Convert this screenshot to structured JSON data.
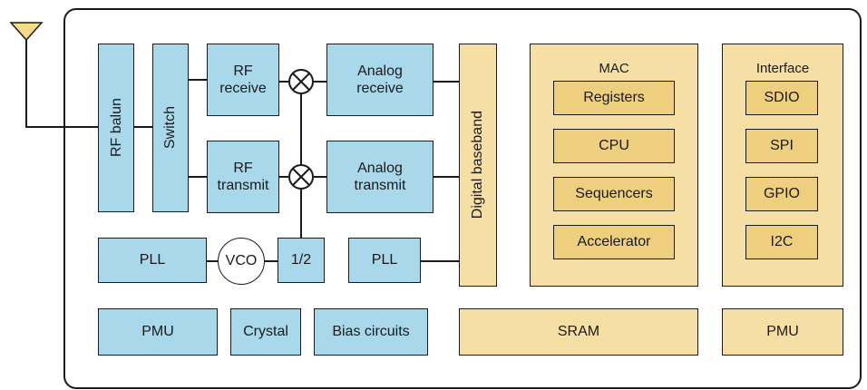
{
  "blocks": {
    "rf_balun": "RF balun",
    "switch": "Switch",
    "rf_receive": "RF\nreceive",
    "rf_transmit": "RF\ntransmit",
    "analog_receive": "Analog\nreceive",
    "analog_transmit": "Analog\ntransmit",
    "digital_baseband": "Digital baseband",
    "pll_left": "PLL",
    "vco": "VCO",
    "divider": "1/2",
    "pll_right": "PLL",
    "pmu_left": "PMU",
    "crystal": "Crystal",
    "bias_circuits": "Bias circuits",
    "sram": "SRAM",
    "pmu_right": "PMU"
  },
  "mac": {
    "title": "MAC",
    "items": [
      "Registers",
      "CPU",
      "Sequencers",
      "Accelerator"
    ]
  },
  "interface": {
    "title": "Interface",
    "items": [
      "SDIO",
      "SPI",
      "GPIO",
      "I2C"
    ]
  },
  "colors": {
    "analog_fill": "#a8d8ea",
    "digital_fill": "#f6dfa5",
    "digital_inner_fill": "#eecf7e",
    "outline": "#1a1a1a"
  }
}
